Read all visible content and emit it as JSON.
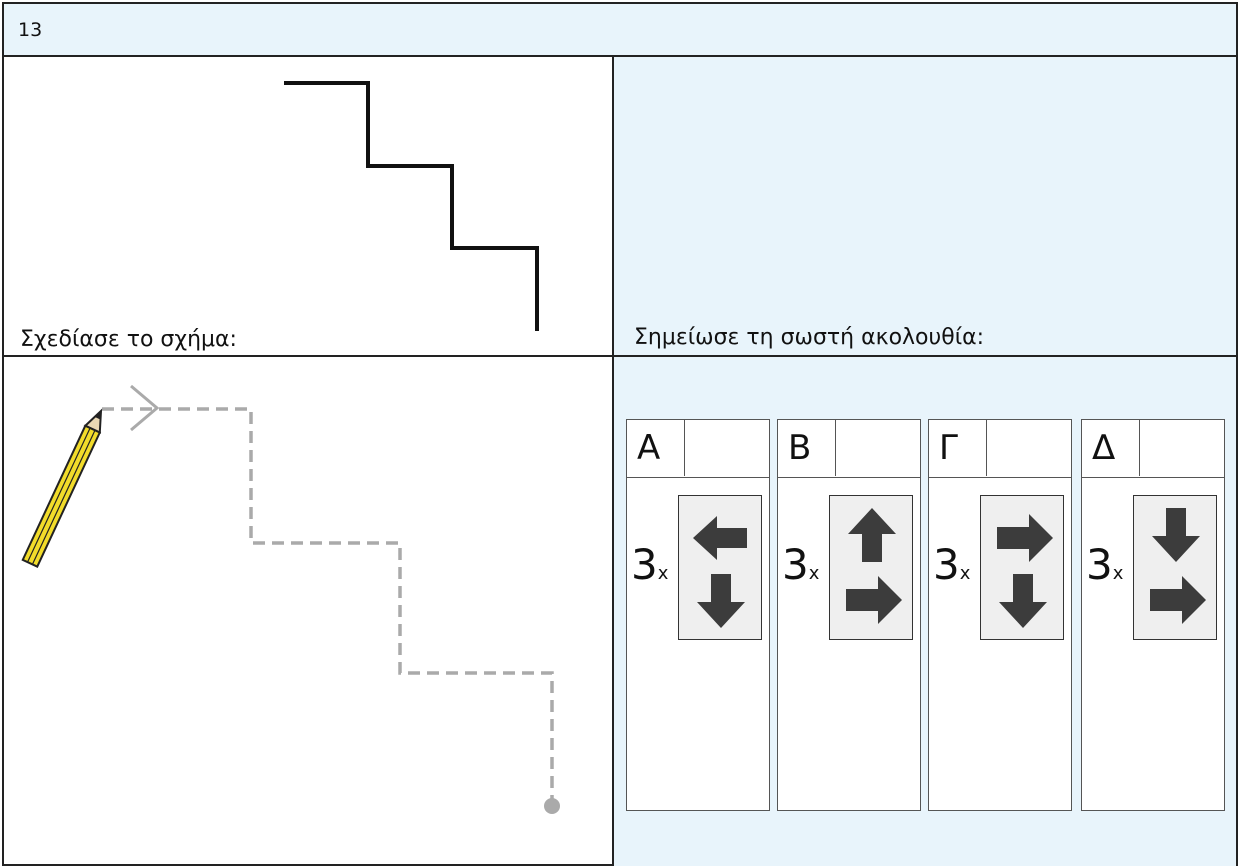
{
  "header": {
    "number": "13"
  },
  "left_top": {
    "instruction": "Σχεδίασε το σχήμα:"
  },
  "right_top": {
    "instruction": "Σημείωσε τη σωστή ακολουθία:"
  },
  "options": [
    {
      "letter": "Α",
      "count": "3",
      "times": "x",
      "arrows": [
        "left-arrow",
        "down-arrow"
      ]
    },
    {
      "letter": "Β",
      "count": "3",
      "times": "x",
      "arrows": [
        "up-arrow",
        "right-arrow"
      ]
    },
    {
      "letter": "Γ",
      "count": "3",
      "times": "x",
      "arrows": [
        "right-arrow",
        "down-arrow"
      ]
    },
    {
      "letter": "Δ",
      "count": "3",
      "times": "x",
      "arrows": [
        "down-arrow",
        "right-arrow"
      ]
    }
  ],
  "colors": {
    "cell_background": "#e8f4fb",
    "pencil_body": "#f2dc2a",
    "dashed_path": "#aaaaaa",
    "arrow_fill": "#3c3c3c"
  },
  "icons": [
    "pencil-icon",
    "arrow-icon",
    "end-dot-icon"
  ]
}
